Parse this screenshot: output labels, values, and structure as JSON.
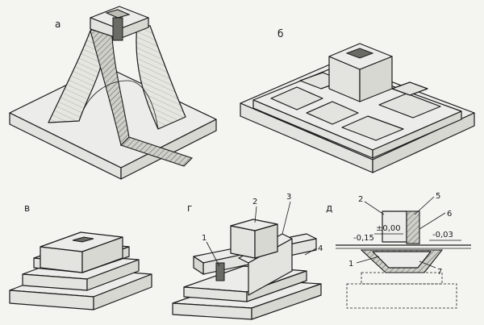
{
  "figures": {
    "a": {
      "label": "а"
    },
    "b": {
      "label": "б"
    },
    "v": {
      "label": "в"
    },
    "g": {
      "label": "г",
      "callouts": [
        "1",
        "2",
        "3",
        "4"
      ]
    },
    "d": {
      "label": "д",
      "callouts": [
        "1",
        "2",
        "5",
        "6",
        "7"
      ],
      "levels": [
        "±0,00",
        "-0,15",
        "-0,03"
      ]
    }
  }
}
